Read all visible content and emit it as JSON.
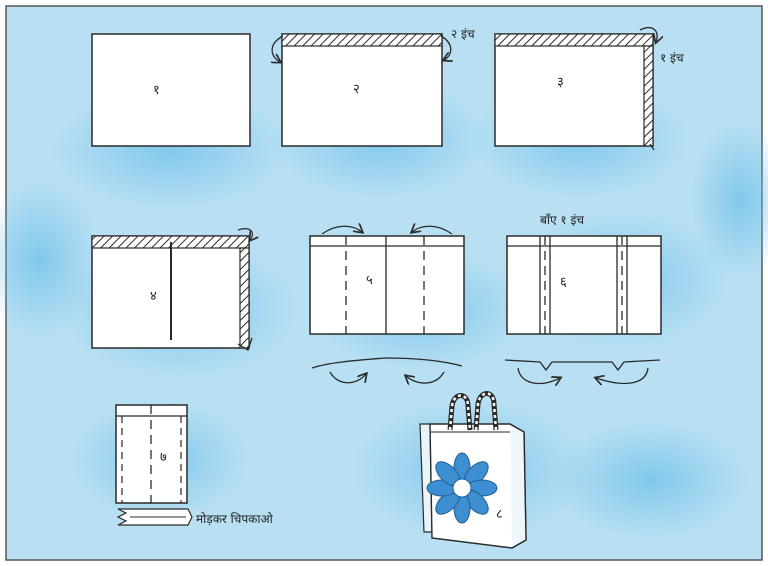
{
  "colors": {
    "background": "#aedcf0",
    "background_spot": "#7cc6ea",
    "paper": "#ffffff",
    "ink": "#2a2a2a",
    "flower_petal": "#3d8fd1"
  },
  "steps": [
    {
      "id": 1,
      "numeral": "१"
    },
    {
      "id": 2,
      "numeral": "२",
      "note": "२ इंच"
    },
    {
      "id": 3,
      "numeral": "३",
      "note": "१ इंच"
    },
    {
      "id": 4,
      "numeral": "४"
    },
    {
      "id": 5,
      "numeral": "५"
    },
    {
      "id": 6,
      "numeral": "६",
      "note": "बाँए १ इंच"
    },
    {
      "id": 7,
      "numeral": "७",
      "note": "मोड़कर चिपकाओ"
    },
    {
      "id": 8,
      "numeral": "८"
    }
  ],
  "icons": [
    "curved-arrow-icon",
    "flower-icon",
    "bag-handle-icon"
  ]
}
